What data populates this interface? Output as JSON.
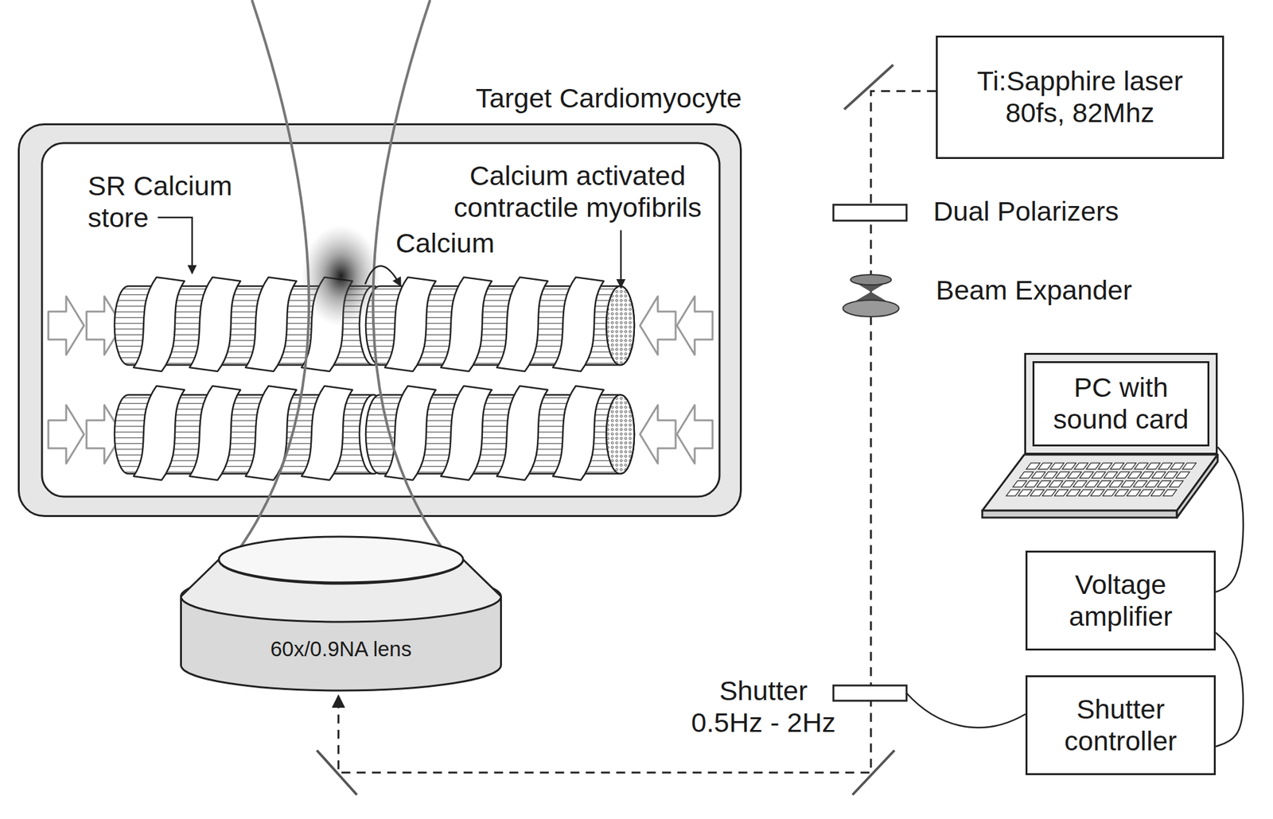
{
  "diagram": {
    "nodes": [
      {
        "text": [
          "Target Cardiomyocyte"
        ]
      },
      {
        "text": [
          "Ti:Sapphire laser 80fs, 82Mhz"
        ]
      },
      {
        "text": [
          "PC with sound card"
        ]
      },
      {
        "text": [
          "Voltage amplifier"
        ]
      },
      {
        "text": [
          "60x/0.9NA lens"
        ]
      },
      {
        "text": [
          "Shutter controller"
        ]
      }
    ],
    "edges": [
      {
        "from": 1,
        "to": 4,
        "arrow": "to"
      },
      {
        "from": 2,
        "to": 3,
        "arrow": "none"
      },
      {
        "from": 3,
        "to": 5,
        "arrow": "none"
      }
    ],
    "labels": [
      "SR Calcium store",
      "Calcium activated contractile myofibrils",
      "Calcium",
      "Dual Polarizers",
      "Beam Expander",
      "Shutter 0.5Hz - 2Hz"
    ]
  }
}
